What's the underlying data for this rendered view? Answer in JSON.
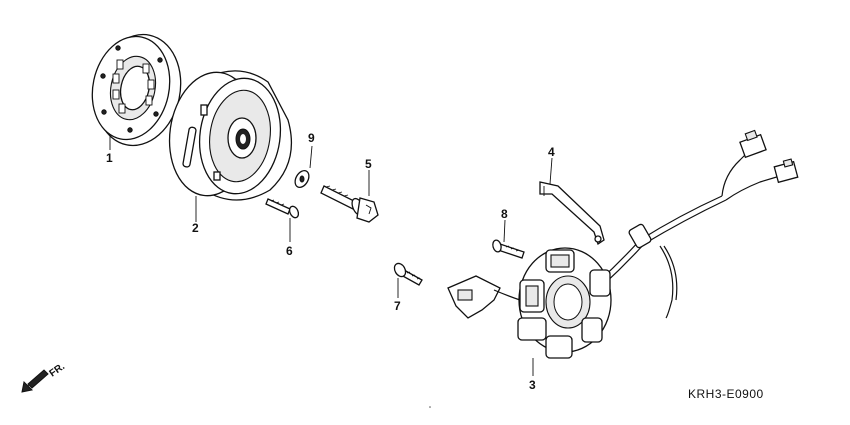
{
  "diagram": {
    "diagram_code": "KRH3-E0900",
    "direction_label": "FR.",
    "parts": [
      {
        "number": "1",
        "icon": "starter-clutch-ring-icon"
      },
      {
        "number": "2",
        "icon": "flywheel-rotor-icon"
      },
      {
        "number": "3",
        "icon": "stator-coil-icon"
      },
      {
        "number": "4",
        "icon": "wire-clamp-icon"
      },
      {
        "number": "5",
        "icon": "flange-bolt-icon"
      },
      {
        "number": "6",
        "icon": "bolt-icon"
      },
      {
        "number": "7",
        "icon": "bolt-icon"
      },
      {
        "number": "8",
        "icon": "bolt-icon"
      },
      {
        "number": "9",
        "icon": "washer-icon"
      }
    ]
  }
}
